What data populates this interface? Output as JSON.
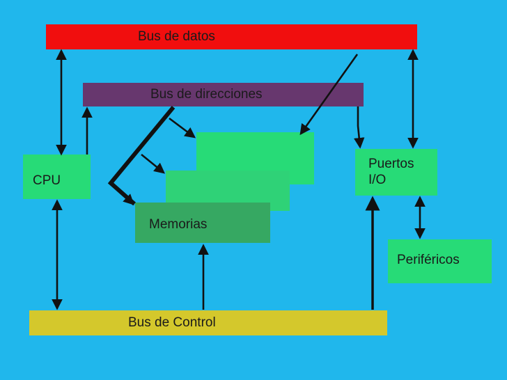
{
  "buses": {
    "datos": "Bus de datos",
    "direcciones": "Bus de direcciones",
    "control": "Bus de Control"
  },
  "components": {
    "cpu": "CPU",
    "puertos_line1": "Puertos",
    "puertos_line2": "I/O",
    "memorias": "Memorias",
    "perifericos": "Periféricos"
  },
  "colors": {
    "background": "#20b7ec",
    "bus_datos": "#f10e0e",
    "bus_direcciones": "#67376e",
    "bus_control": "#d4c82c",
    "component": "#27db77",
    "memorias": "#36a862"
  }
}
